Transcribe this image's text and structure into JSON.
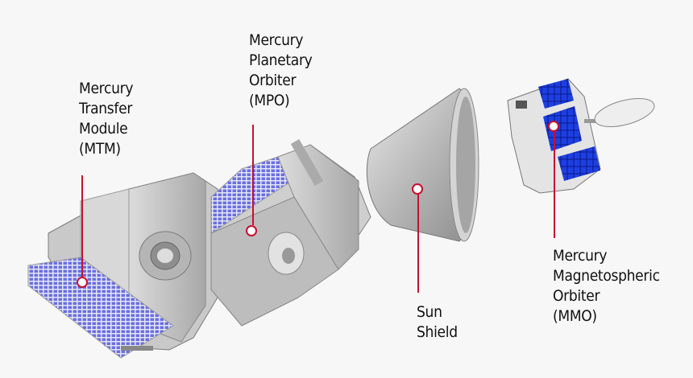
{
  "diagram": {
    "type": "exploded spacecraft module view",
    "accent_color": "#c8102e",
    "background_color": "#f7f7f7",
    "components": [
      {
        "id": "mtm",
        "lines": [
          "Mercury",
          "Transfer",
          "Module",
          "(MTM)"
        ]
      },
      {
        "id": "mpo",
        "lines": [
          "Mercury",
          "Planetary",
          "Orbiter",
          "(MPO)"
        ]
      },
      {
        "id": "sun-shield",
        "lines": [
          "Sun",
          "Shield"
        ]
      },
      {
        "id": "mmo",
        "lines": [
          "Mercury",
          "Magnetospheric",
          "Orbiter",
          "(MMO)"
        ]
      }
    ]
  }
}
